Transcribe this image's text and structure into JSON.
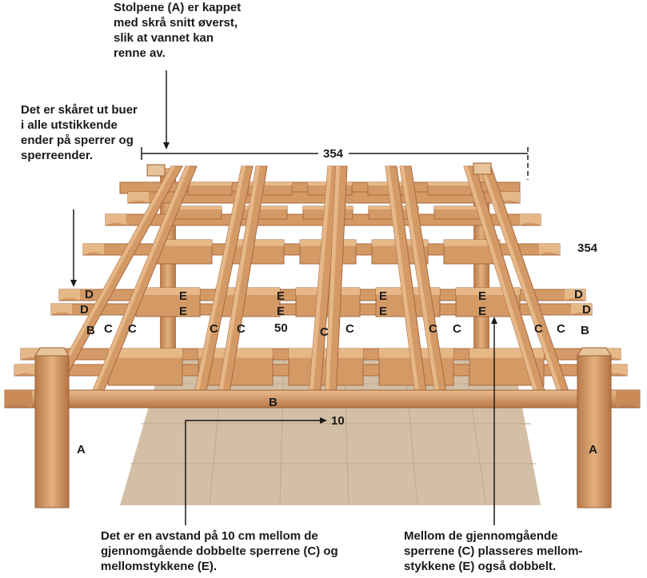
{
  "notes": {
    "top": "Stolpene (A) er kappet med skrå snitt øverst, slik at vannet kan renne av.",
    "left": "Det er skåret ut buer i alle utstikkende ender på sperrer og sperreender.",
    "bottom_left": "Det er en avstand på 10 cm mellom de gjennomgående dobbelte sperrene (C) og mellomstykkene (E).",
    "bottom_right": "Mellom de gjennomgående sperrene (C) plasseres mellom-stykkene (E) også dobbelt."
  },
  "dimensions": {
    "width": "354",
    "depth": "354",
    "gap": "10",
    "spacing": "50"
  },
  "parts": {
    "A": "A",
    "B": "B",
    "C": "C",
    "D": "D",
    "E": "E"
  },
  "colors": {
    "wood": "#d49a66",
    "wood_light": "#e6b888",
    "wood_dark": "#a8683e",
    "floor": "#d2bfa5",
    "text": "#1a1a1a"
  }
}
